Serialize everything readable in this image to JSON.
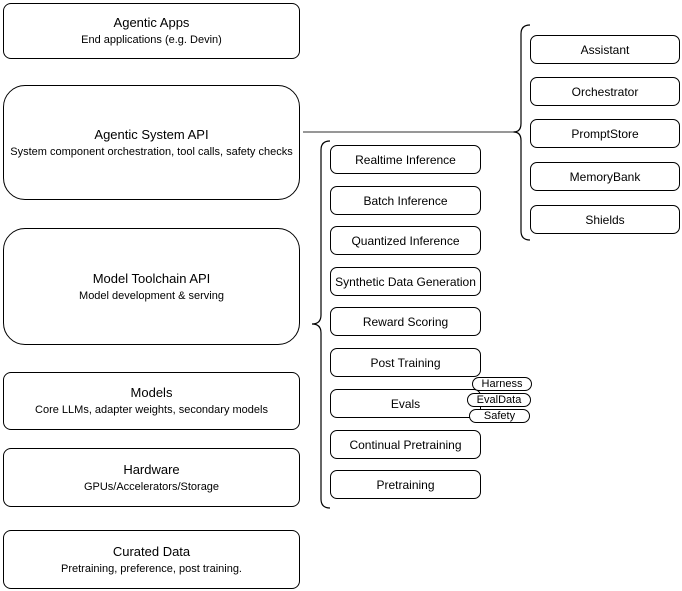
{
  "left_column": [
    {
      "title": "Agentic Apps",
      "subtitle": "End applications (e.g. Devin)"
    },
    {
      "title": "Agentic System API",
      "subtitle": "System component orchestration, tool calls, safety checks"
    },
    {
      "title": "Model Toolchain API",
      "subtitle": "Model development & serving"
    },
    {
      "title": "Models",
      "subtitle": "Core LLMs, adapter weights, secondary models"
    },
    {
      "title": "Hardware",
      "subtitle": "GPUs/Accelerators/Storage"
    },
    {
      "title": "Curated Data",
      "subtitle": "Pretraining, preference, post training."
    }
  ],
  "toolchain_components": [
    "Realtime Inference",
    "Batch Inference",
    "Quantized Inference",
    "Synthetic Data Generation",
    "Reward Scoring",
    "Post Training",
    "Evals",
    "Continual Pretraining",
    "Pretraining"
  ],
  "eval_tags": [
    "Harness",
    "EvalData",
    "Safety"
  ],
  "system_components": [
    "Assistant",
    "Orchestrator",
    "PromptStore",
    "MemoryBank",
    "Shields"
  ],
  "colors": {
    "stroke": "#000000",
    "fill": "#ffffff",
    "connector": "#595959"
  }
}
